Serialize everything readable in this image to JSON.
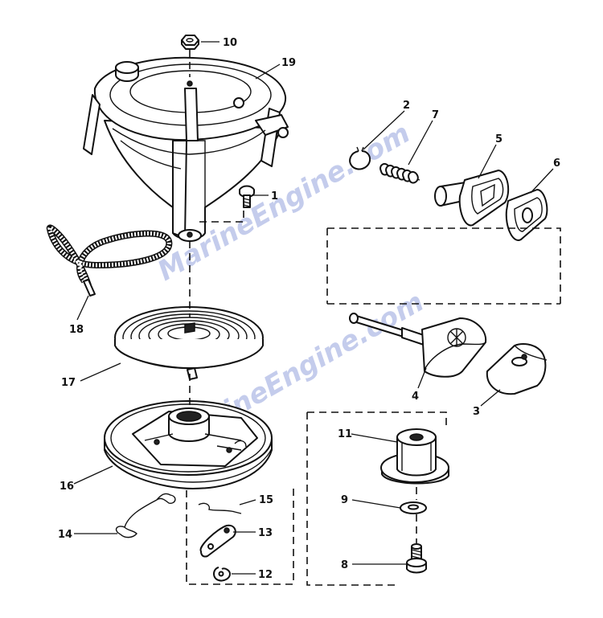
{
  "watermark": {
    "upper_text": "MarineEngine.com",
    "lower_text": "MarineEngine.com"
  },
  "callouts": [
    {
      "id": "c10",
      "label": "10"
    },
    {
      "id": "c19",
      "label": "19"
    },
    {
      "id": "c2",
      "label": "2"
    },
    {
      "id": "c7",
      "label": "7"
    },
    {
      "id": "c5",
      "label": "5"
    },
    {
      "id": "c6",
      "label": "6"
    },
    {
      "id": "c1",
      "label": "1"
    },
    {
      "id": "c18",
      "label": "18"
    },
    {
      "id": "c17",
      "label": "17"
    },
    {
      "id": "c4",
      "label": "4"
    },
    {
      "id": "c3",
      "label": "3"
    },
    {
      "id": "c11",
      "label": "11"
    },
    {
      "id": "c16",
      "label": "16"
    },
    {
      "id": "c15",
      "label": "15"
    },
    {
      "id": "c9",
      "label": "9"
    },
    {
      "id": "c13",
      "label": "13"
    },
    {
      "id": "c14",
      "label": "14"
    },
    {
      "id": "c8",
      "label": "8"
    },
    {
      "id": "c12",
      "label": "12"
    }
  ]
}
